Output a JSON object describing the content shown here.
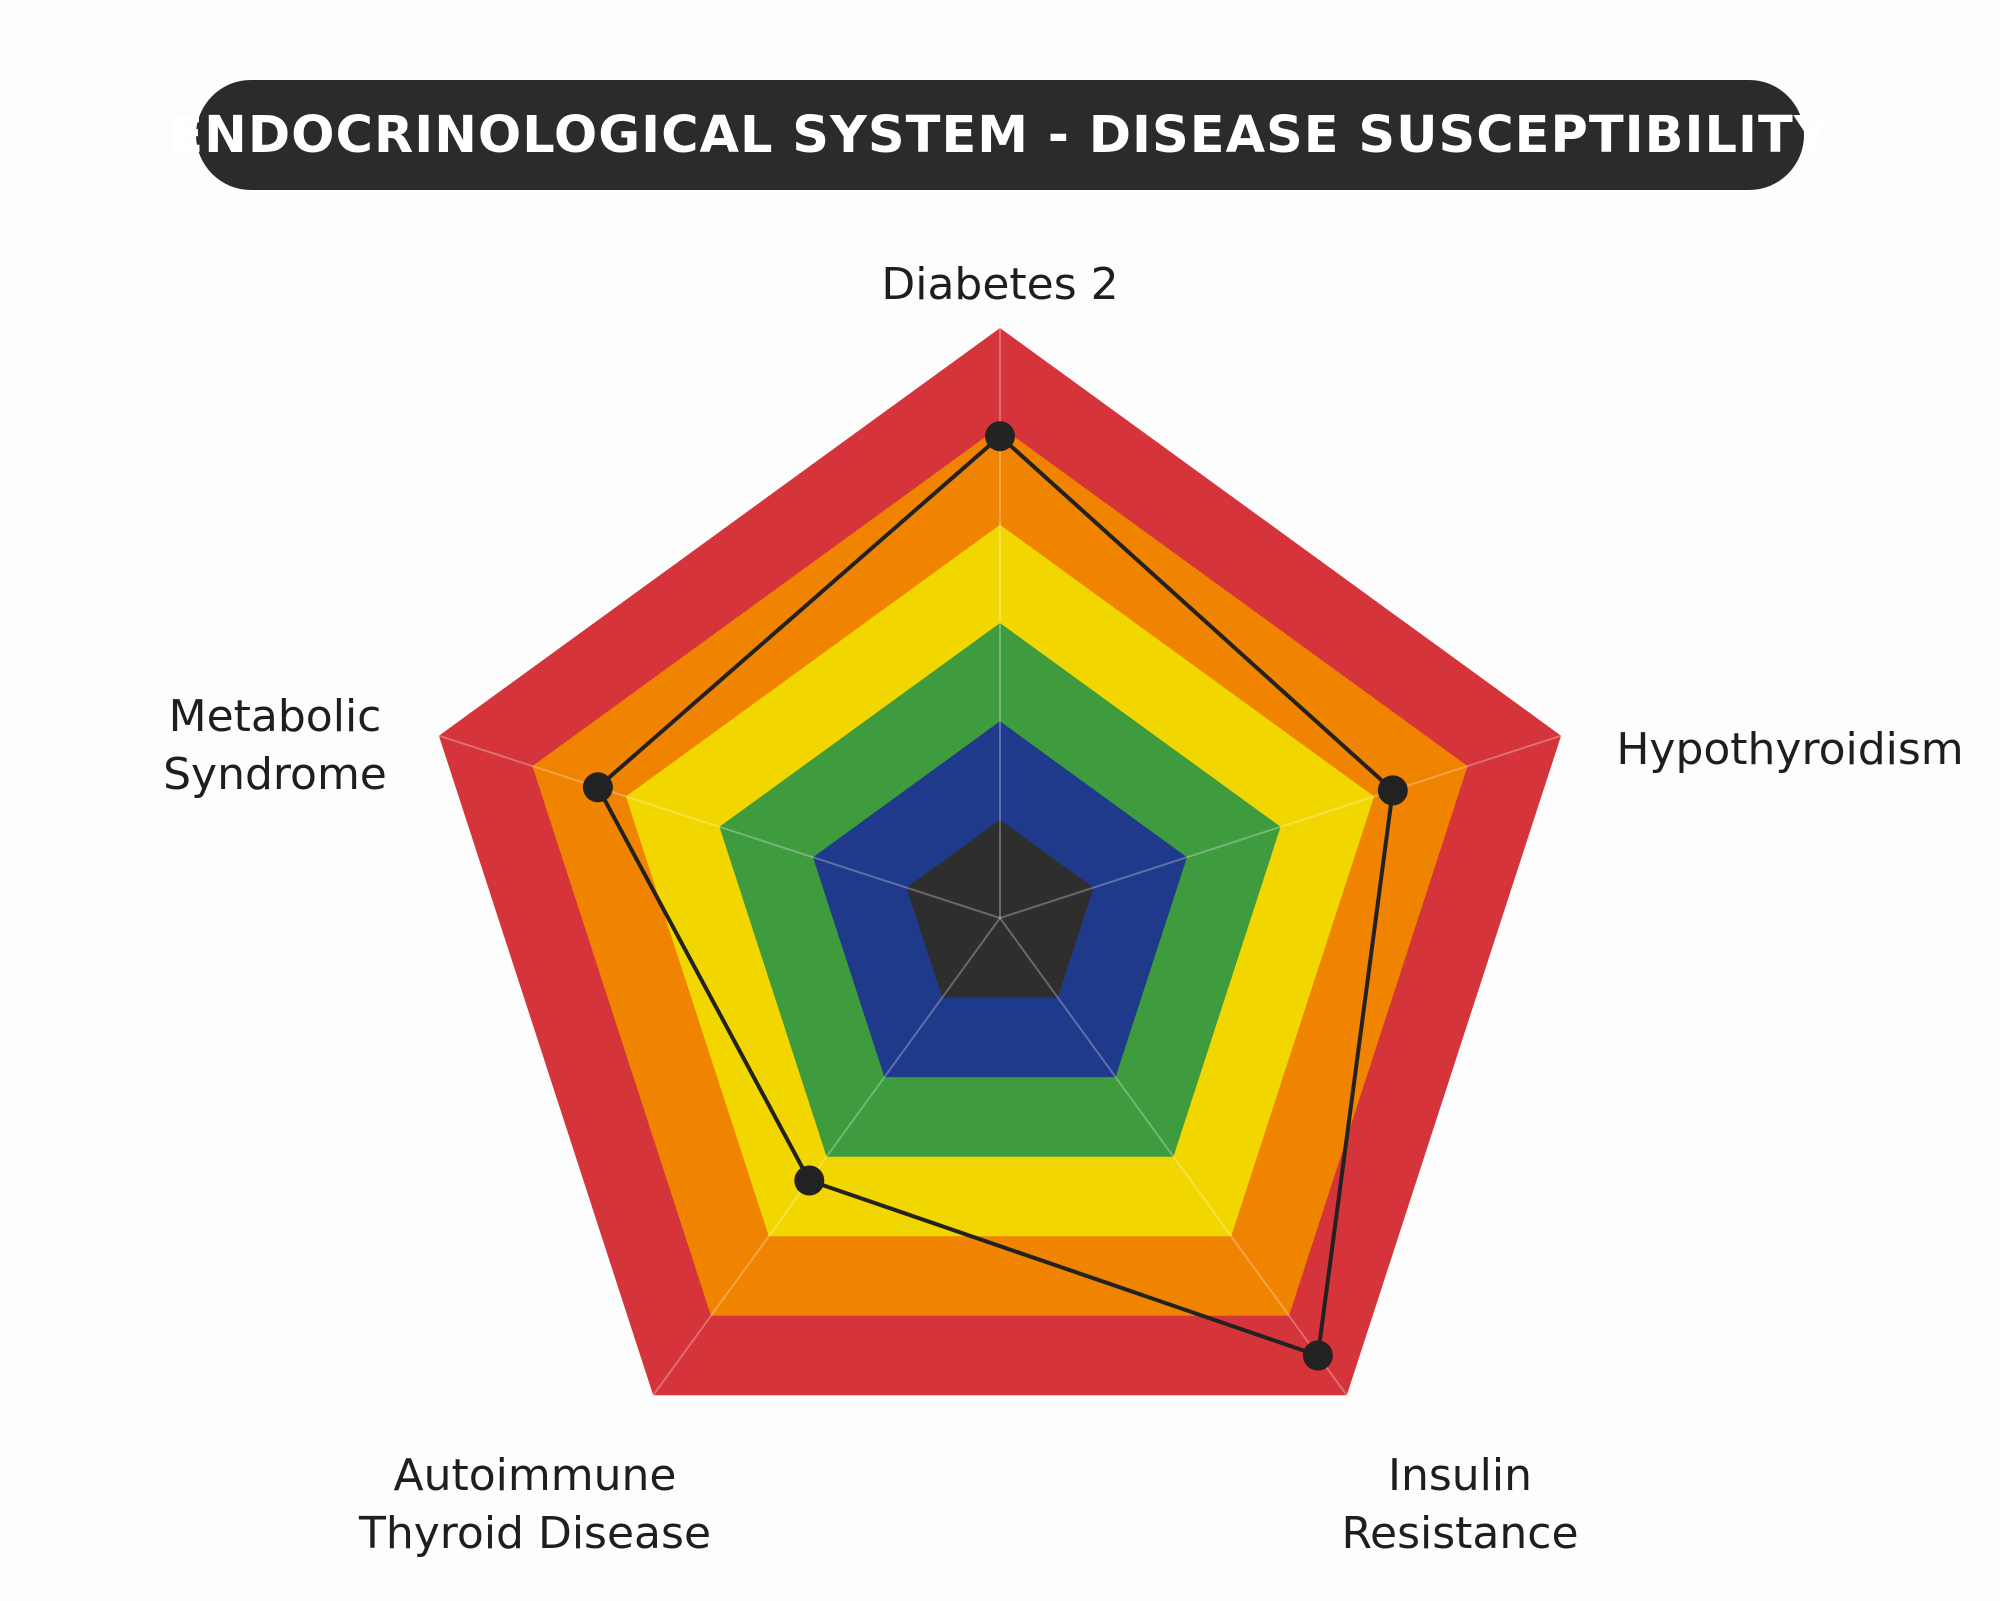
{
  "title": "ENDOCRINOLOGICAL SYSTEM - DISEASE SUSCEPTIBILITY",
  "chart_data": {
    "type": "radar",
    "title": "ENDOCRINOLOGICAL SYSTEM - DISEASE SUSCEPTIBILITY",
    "axes": [
      {
        "lines": [
          "Diabetes 2"
        ]
      },
      {
        "lines": [
          "Hypothyroidism"
        ]
      },
      {
        "lines": [
          "Insulin",
          "Resistance"
        ]
      },
      {
        "lines": [
          "Autoimmune",
          "Thyroid Disease"
        ]
      },
      {
        "lines": [
          "Metabolic",
          "Syndrome"
        ]
      }
    ],
    "scale_max": 6,
    "bands": [
      {
        "level": 1,
        "color": "#2e2e2e"
      },
      {
        "level": 2,
        "color": "#1f3a8a"
      },
      {
        "level": 3,
        "color": "#3e9b3e"
      },
      {
        "level": 4,
        "color": "#f2d600"
      },
      {
        "level": 5,
        "color": "#f08300"
      },
      {
        "level": 6,
        "color": "#d5343a"
      }
    ],
    "values": [
      4.9,
      4.2,
      5.5,
      3.3,
      4.3
    ],
    "series_color": "#222222",
    "grid": true
  }
}
